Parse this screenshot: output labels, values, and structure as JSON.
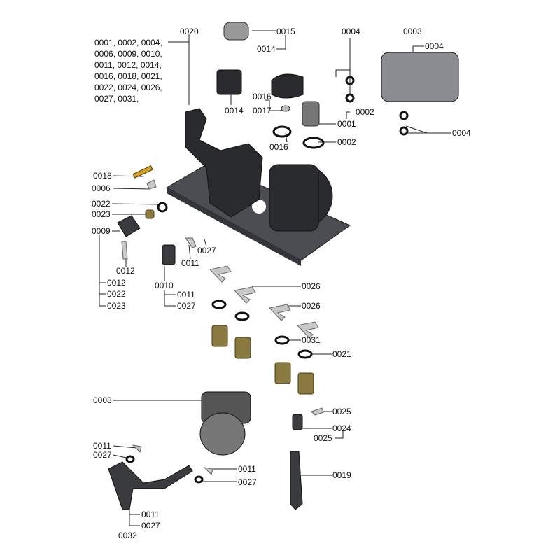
{
  "common_parts_note": [
    "0001, 0002, 0004,",
    "0006, 0009, 0010,",
    "0011, 0012, 0014,",
    "0016, 0018, 0021,",
    "0022, 0024, 0026,",
    "0027, 0031,"
  ],
  "labels": [
    "0020",
    "0015",
    "0014",
    "0004",
    "0003",
    "0004",
    "0014",
    "0016",
    "0017",
    "0002",
    "0001",
    "0016",
    "0002",
    "0004",
    "0018",
    "0006",
    "0022",
    "0023",
    "0009",
    "0027",
    "0011",
    "0012",
    "0010",
    "0011",
    "0027",
    "0012",
    "0022",
    "0023",
    "0026",
    "0026",
    "0031",
    "0021",
    "0008",
    "0025",
    "0024",
    "0025",
    "0011",
    "0027",
    "0011",
    "0027",
    "0019",
    "0011",
    "0027",
    "0032"
  ]
}
